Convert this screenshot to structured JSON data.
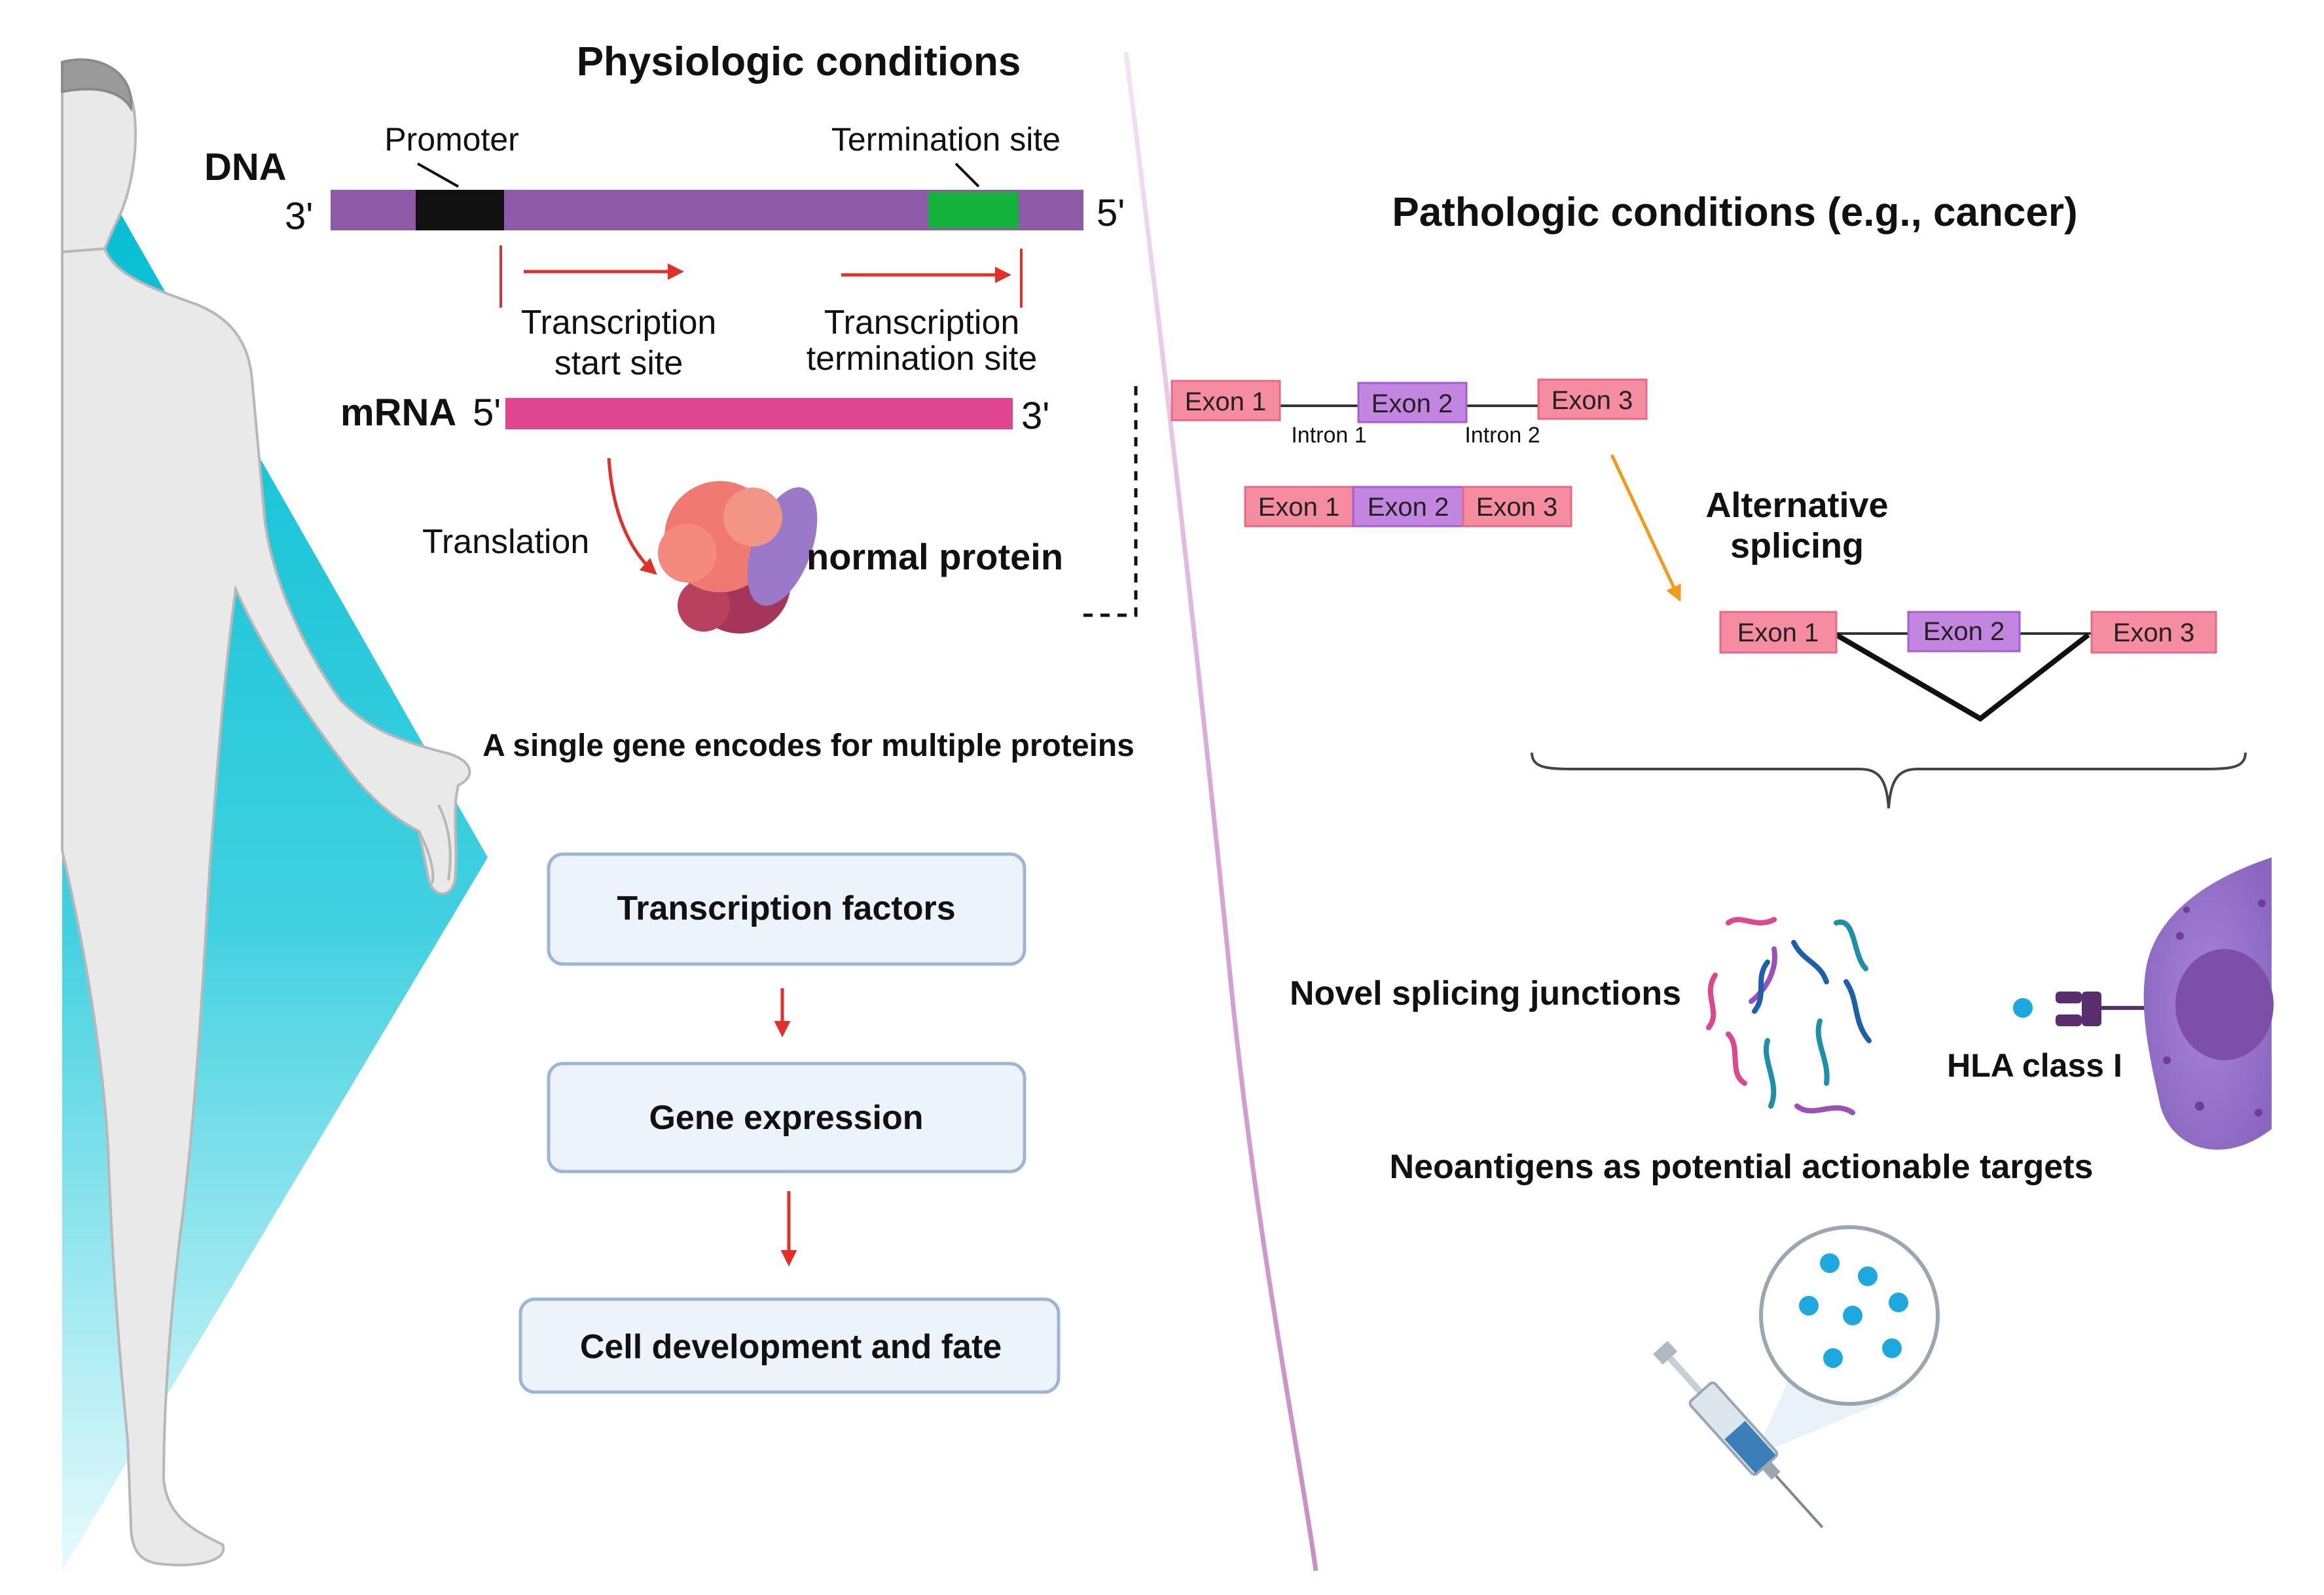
{
  "physiologic": {
    "title": "Physiologic conditions",
    "dna_label": "DNA",
    "dna_left_end": "3'",
    "dna_right_end": "5'",
    "promoter": "Promoter",
    "termination_site": "Termination site",
    "tss_line1": "Transcription",
    "tss_line2": "start site",
    "tts_line1": "Transcription",
    "tts_line2": "termination site",
    "mrna_label": "mRNA",
    "mrna_left_end": "5'",
    "mrna_right_end": "3'",
    "translation": "Translation",
    "normal_protein": "normal protein",
    "single_gene": "A single gene encodes for multiple proteins",
    "flow": [
      "Transcription factors",
      "Gene expression",
      "Cell development and fate"
    ]
  },
  "pathologic": {
    "title": "Pathologic conditions (e.g., cancer)",
    "exon1": "Exon 1",
    "exon2": "Exon 2",
    "exon3": "Exon 3",
    "intron1": "Intron 1",
    "intron2": "Intron 2",
    "alt_line1": "Alternative",
    "alt_line2": "splicing",
    "novel_junctions": "Novel splicing junctions",
    "hla": "HLA class I",
    "neoantigens": "Neoantigens as potential actionable targets"
  },
  "colors": {
    "dna_bar": "#8f5aa8",
    "promoter": "#111111",
    "termination": "#14b23c",
    "mrna": "#e0458f",
    "red_arrow": "#e0302a",
    "orange_arrow": "#f39a1a",
    "exon_pink": "#f58ca0",
    "exon_purple": "#c386e0",
    "box_fill": "#edf3fb",
    "box_stroke": "#9db5d6",
    "cyan": "#00c4d8",
    "cell": "#9e7bcf"
  }
}
